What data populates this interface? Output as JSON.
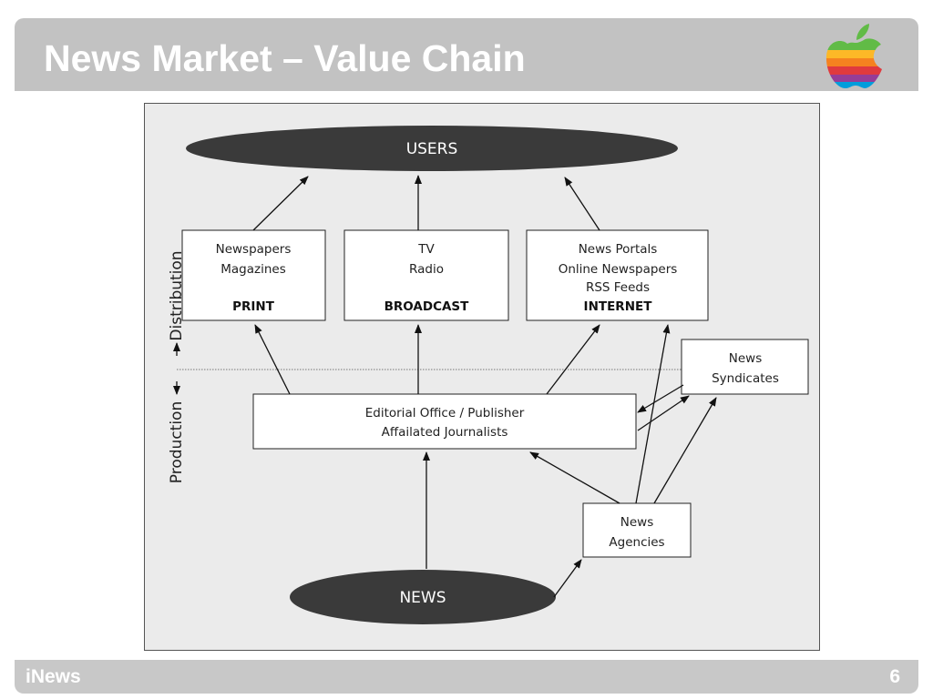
{
  "slide": {
    "title": "News Market – Value Chain",
    "footer_left": "iNews",
    "page_number": "6"
  },
  "diagram": {
    "users_label": "USERS",
    "news_label": "NEWS",
    "print": {
      "line1": "Newspapers",
      "line2": "Magazines",
      "category": "PRINT"
    },
    "broadcast": {
      "line1": "TV",
      "line2": "Radio",
      "category": "BROADCAST"
    },
    "internet": {
      "line1": "News Portals",
      "line2": "Online Newspapers",
      "line3": "RSS Feeds",
      "category": "INTERNET"
    },
    "editorial": {
      "line1": "Editorial Office / Publisher",
      "line2": "Affailated Journalists"
    },
    "syndicates": {
      "line1": "News",
      "line2": "Syndicates"
    },
    "agencies": {
      "line1": "News",
      "line2": "Agencies"
    },
    "axis_production": "Production",
    "axis_distribution": "Distribution"
  },
  "colors": {
    "title_bar": "#c2c2c2",
    "footer_bar": "#c8c8c8",
    "diagram_background": "#ebebeb",
    "ellipse_fill": "#3a3a3a"
  }
}
